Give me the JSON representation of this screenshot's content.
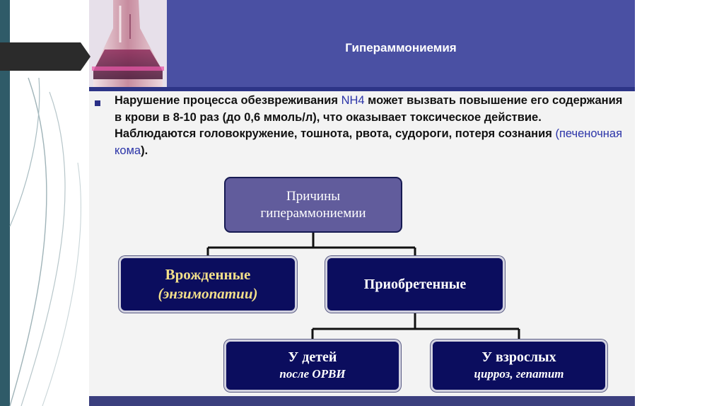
{
  "slide": {
    "title": "Гипераммониемия",
    "body": {
      "p1": "Нарушение процесса обезвреживания ",
      "nh4": "NH4",
      "p2": " может вызвать повышение его содержания  в крови  в  8-10 раз (до 0,6 ммоль/л), что оказывает токсическое действие.  Наблюдаются  головокружение, тошнота, рвота, судороги, потеря сознания ",
      "coma": "(печеночная кома",
      "p3": ")."
    }
  },
  "diagram": {
    "root": {
      "line1": "Причины",
      "line2": "гипераммониемии"
    },
    "congenital": {
      "line1": "Врожденные",
      "line2": "(энзимопатии)"
    },
    "acquired": {
      "label": "Приобретенные"
    },
    "children": {
      "line1": "У детей",
      "line2": "после ОРВИ"
    },
    "adults": {
      "line1": "У взрослых",
      "line2": "цирроз, гепатит"
    }
  },
  "colors": {
    "header": "#4a50a3",
    "node_dark": "#0b0d5e",
    "node_root": "#615c9c",
    "highlight_text": "#2b34a8",
    "gold_text": "#f2df8a"
  }
}
